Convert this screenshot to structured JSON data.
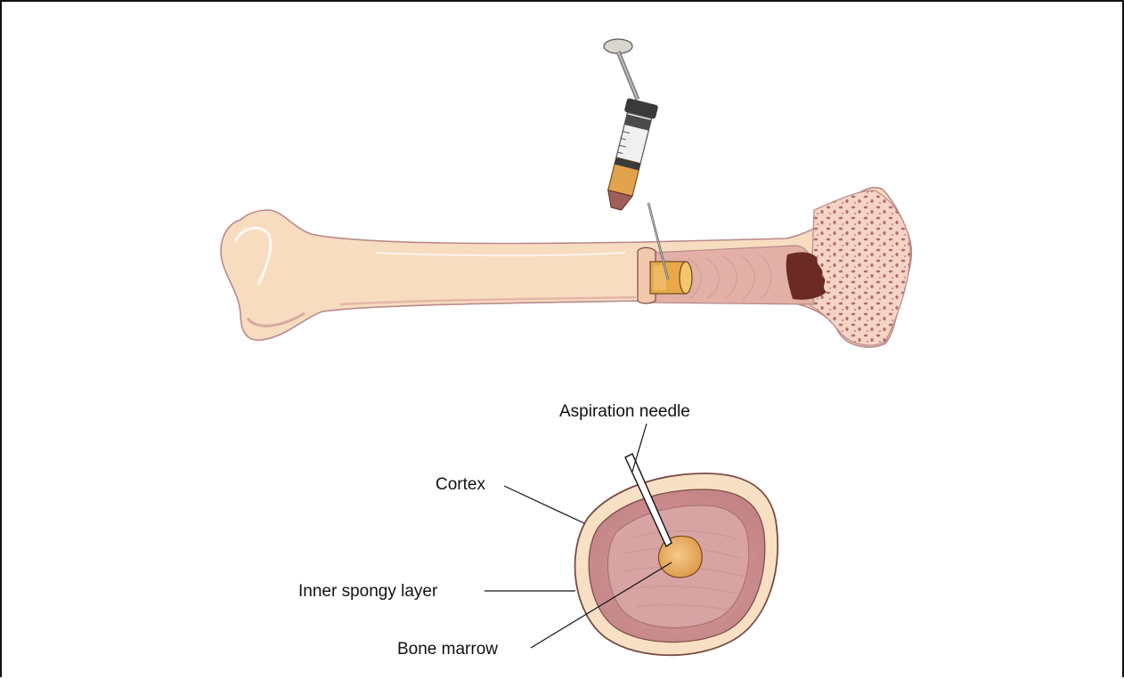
{
  "diagram": {
    "labels": {
      "aspiration_needle": "Aspiration needle",
      "cortex": "Cortex",
      "inner_spongy_layer": "Inner spongy layer",
      "bone_marrow": "Bone marrow"
    },
    "colors": {
      "bone": "#f7dcc0",
      "bone_outline": "#b9898a",
      "cortex_ring": "#f8e0c4",
      "spongy_layer": "#d8a3a3",
      "spongy_inner": "#c58c8e",
      "marrow": "#f0b66a",
      "marrow_dark": "#6b2a24",
      "aspirate": "#e0a24a",
      "syringe_barrel": "#e8e8e8",
      "syringe_dark": "#3a3a3a"
    }
  }
}
